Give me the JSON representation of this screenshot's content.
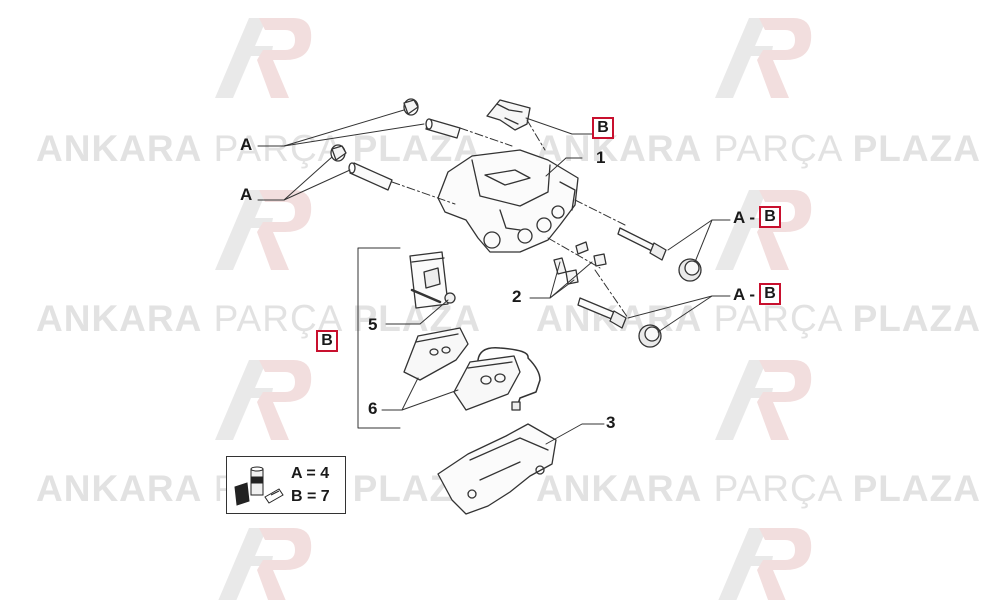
{
  "watermark": {
    "brand_bold_1": "ANKARA",
    "brand_light": "PARÇA",
    "brand_bold_2": "PLAZA",
    "logo_letters": "AP",
    "color": "#e0e0e0"
  },
  "callouts": {
    "a_top": "A",
    "a_mid": "A",
    "b_top": "B",
    "n1": "1",
    "n2": "2",
    "n3": "3",
    "n5": "5",
    "n6": "6",
    "b_pads": "B",
    "ab_1_a": "A -",
    "ab_1_b": "B",
    "ab_2_a": "A -",
    "ab_2_b": "B"
  },
  "legend": {
    "line1": "A = 4",
    "line2": "B = 7",
    "icon": "lubricant-tubes-icon"
  },
  "colors": {
    "line": "#333333",
    "accent_box": "#c8102e"
  }
}
